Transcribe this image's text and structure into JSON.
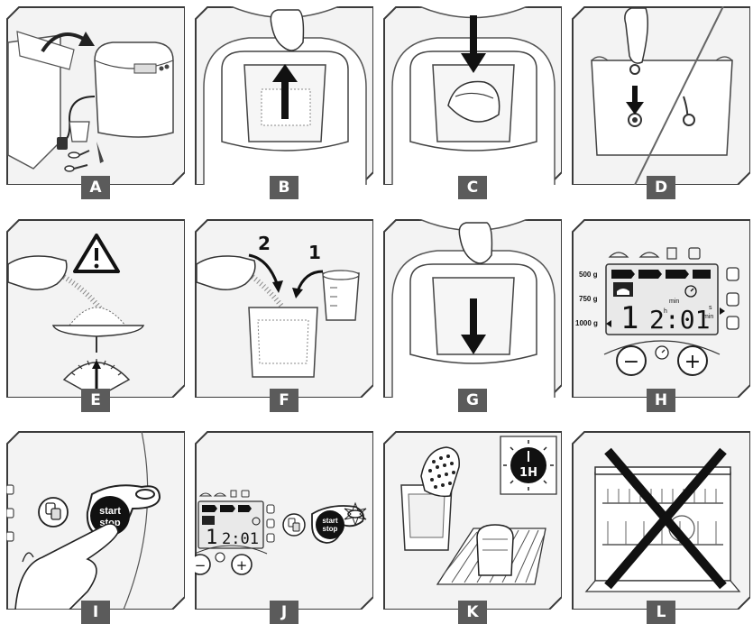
{
  "panels": [
    {
      "id": "A",
      "letter": "A"
    },
    {
      "id": "B",
      "letter": "B"
    },
    {
      "id": "C",
      "letter": "C"
    },
    {
      "id": "D",
      "letter": "D"
    },
    {
      "id": "E",
      "letter": "E"
    },
    {
      "id": "F",
      "letter": "F"
    },
    {
      "id": "G",
      "letter": "G"
    },
    {
      "id": "H",
      "letter": "H"
    },
    {
      "id": "I",
      "letter": "I"
    },
    {
      "id": "J",
      "letter": "J"
    },
    {
      "id": "K",
      "letter": "K"
    },
    {
      "id": "L",
      "letter": "L"
    }
  ],
  "panel_f": {
    "step_1": "1",
    "step_2": "2"
  },
  "panel_h": {
    "weights": [
      "500 g",
      "750 g",
      "1000 g"
    ],
    "program": "1",
    "time": "2:01",
    "unit_min_top": "min",
    "unit_s": "s",
    "unit_min": "min",
    "unit_h": "h",
    "minus": "−",
    "plus": "+"
  },
  "panel_i": {
    "start_label": "start",
    "stop_label": "stop"
  },
  "panel_j": {
    "program": "1",
    "time": "2:01",
    "start_label": "start",
    "stop_label": "stop",
    "minus": "−",
    "plus": "+"
  },
  "panel_k": {
    "cooling_time": "1H"
  },
  "colors": {
    "tag_bg": "#5b5b5b",
    "line": "#3a3a3a",
    "panel_fill": "#f2f2f2",
    "lcd": "#e9e9e9"
  }
}
